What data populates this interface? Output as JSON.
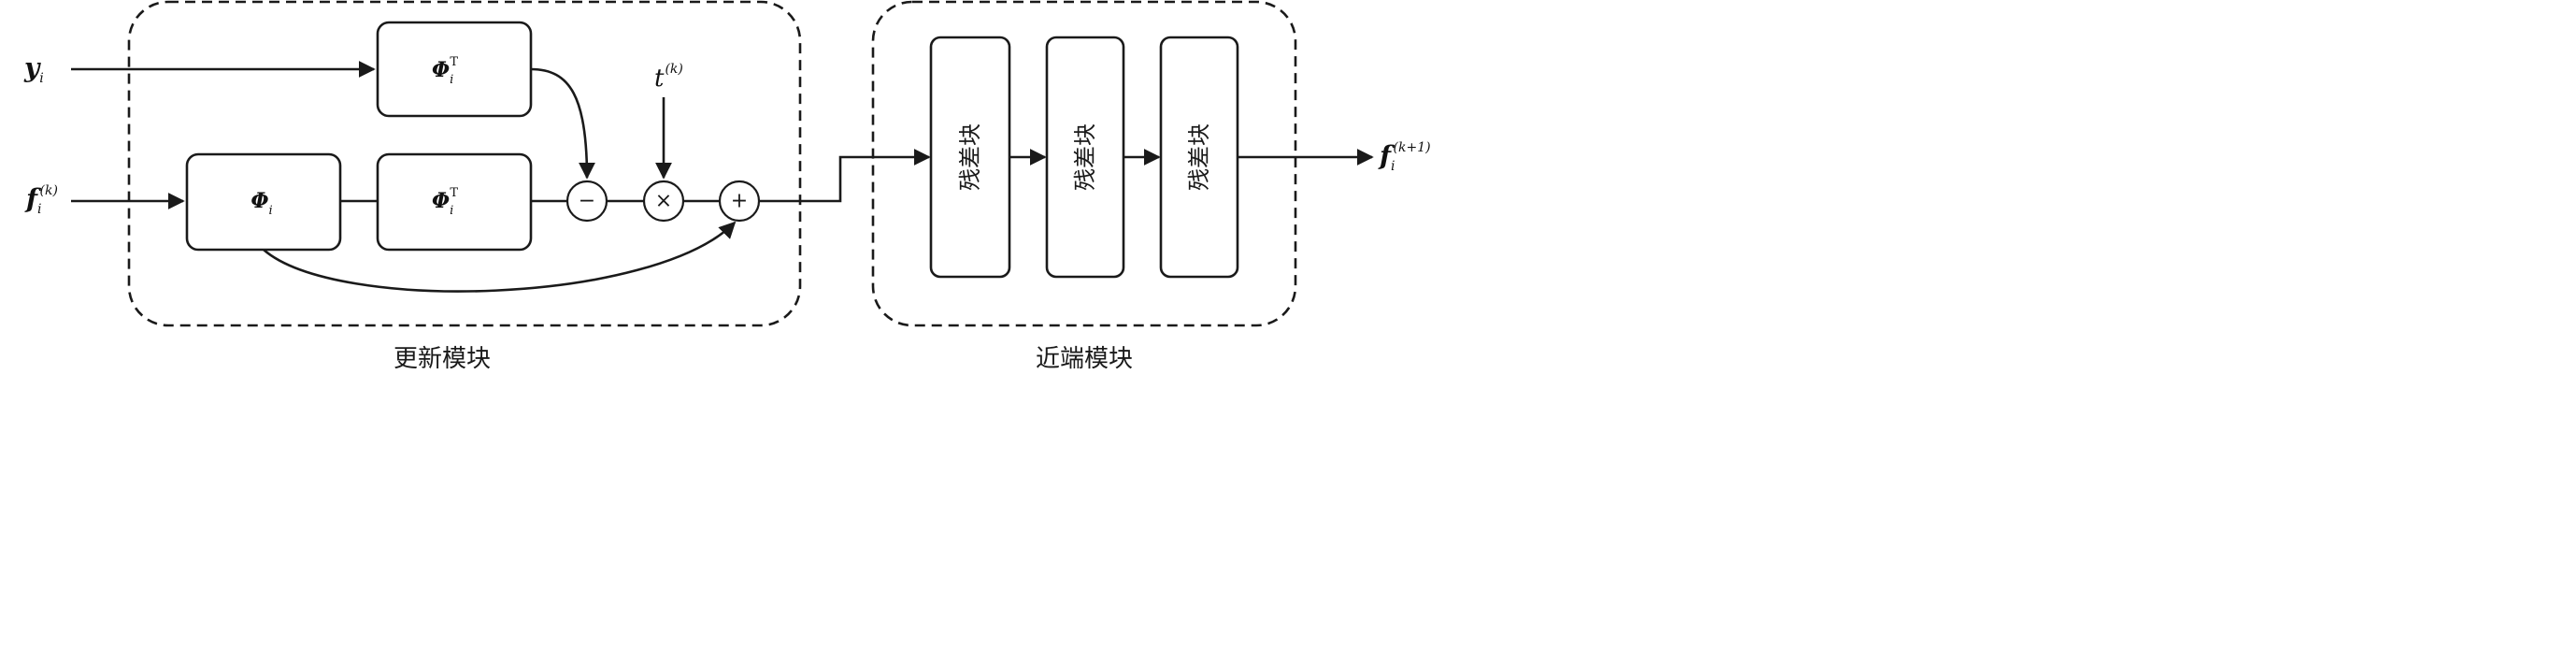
{
  "inputs": {
    "y": {
      "base": "y",
      "sub": "i"
    },
    "f": {
      "base": "f",
      "sub": "i",
      "sup": "(k)"
    }
  },
  "step": {
    "base": "t",
    "sup": "(k)"
  },
  "output": {
    "base": "f",
    "sub": "i",
    "sup": "(k+1)"
  },
  "update_module": {
    "caption": "更新模块",
    "phi_t_top": {
      "base": "Φ",
      "sub": "i",
      "sup": "T"
    },
    "phi": {
      "base": "Φ",
      "sub": "i"
    },
    "phi_t_mid": {
      "base": "Φ",
      "sub": "i",
      "sup": "T"
    },
    "ops": {
      "minus": "−",
      "times": "×",
      "plus": "+"
    }
  },
  "proximal_module": {
    "caption": "近端模块",
    "blocks": [
      "残差块",
      "残差块",
      "残差块"
    ]
  }
}
